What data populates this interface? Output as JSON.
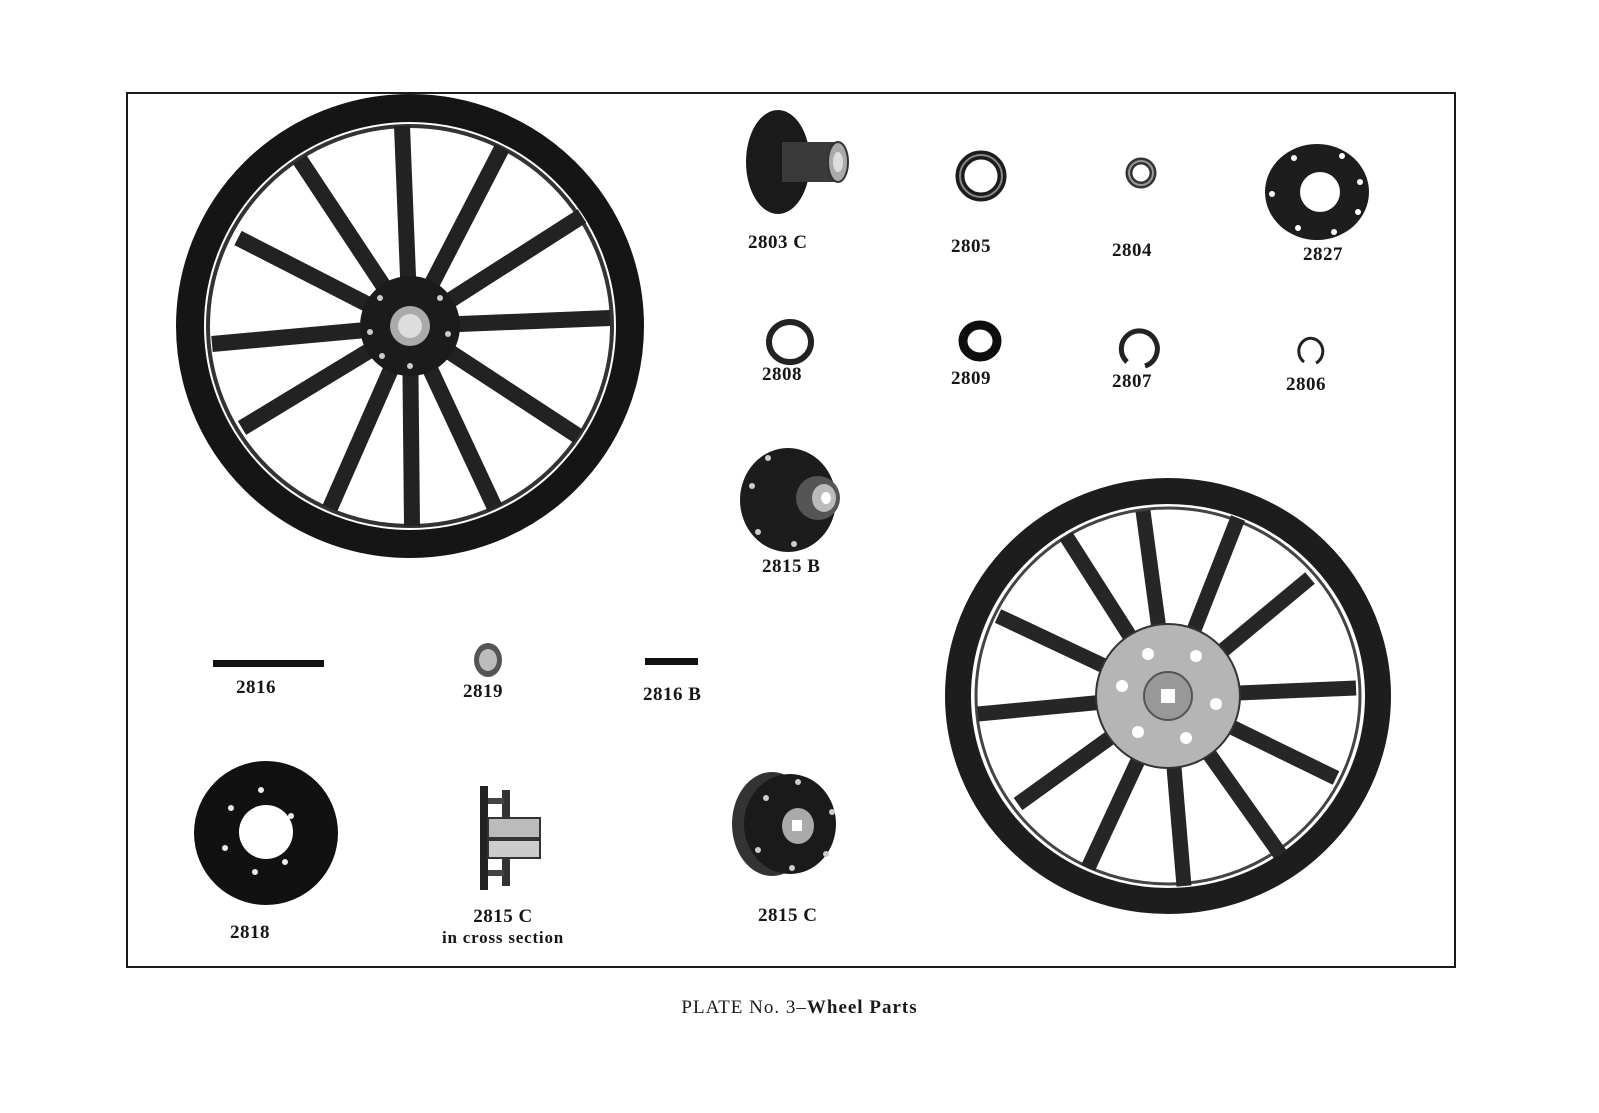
{
  "plate": {
    "caption_prefix": "PLATE No. 3",
    "caption_dash": "–",
    "caption_title": "Wheel Parts"
  },
  "parts": {
    "hub_2803c": "2803 C",
    "washer_2805": "2805",
    "washer_2804": "2804",
    "flange_2827": "2827",
    "ring_2808": "2808",
    "ring_2809": "2809",
    "ring_2807": "2807",
    "ring_2806": "2806",
    "hub_2815b": "2815 B",
    "bolt_2816": "2816",
    "cap_2819": "2819",
    "bolt_2816b": "2816 B",
    "flange_2818": "2818",
    "hub_2815c_section": "2815 C",
    "hub_2815c_section_note": "in cross section",
    "hub_2815c": "2815 C"
  }
}
